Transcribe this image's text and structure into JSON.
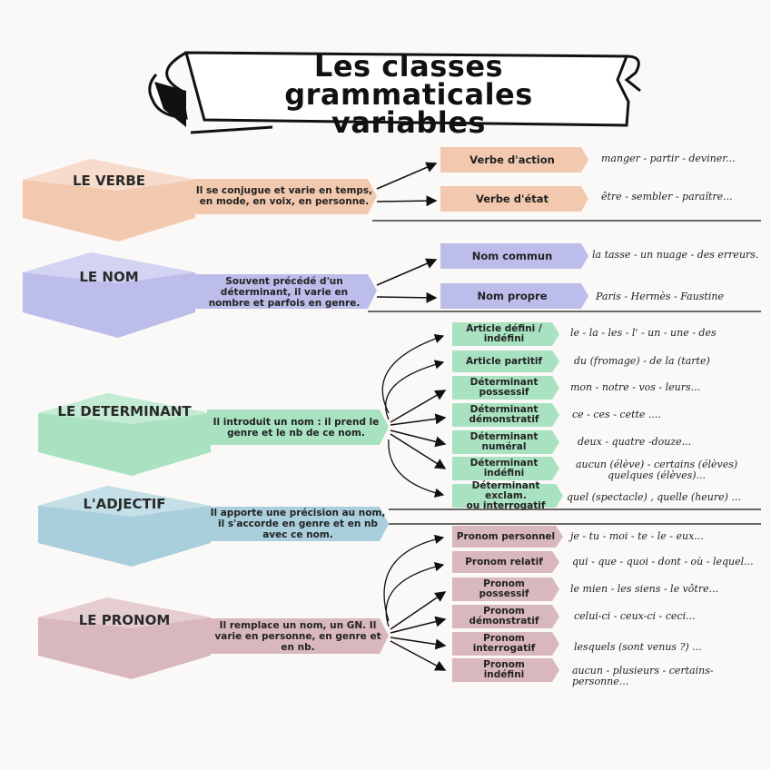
{
  "title": {
    "line1": "Les classes grammaticales",
    "line2": "variables"
  },
  "colors": {
    "verbe": "#f2c9ae",
    "nom": "#bdbdeb",
    "determinant": "#a9e2c0",
    "adjectif": "#a9cfdc",
    "pronom": "#d9b8bd"
  },
  "classes": {
    "verbe": {
      "label": "LE VERBE",
      "description": "Il se conjugue et varie en temps,\nen mode, en voix, en personne.",
      "items": [
        {
          "label": "Verbe d'action",
          "example": "manger - partir - deviner..."
        },
        {
          "label": "Verbe d'état",
          "example": "être - sembler - paraître..."
        }
      ]
    },
    "nom": {
      "label": "LE NOM",
      "description": "Souvent précédé d'un\ndéterminant, il varie en\nnombre et parfois en genre.",
      "items": [
        {
          "label": "Nom commun",
          "example": "la tasse - un nuage - des erreurs."
        },
        {
          "label": "Nom propre",
          "example": "Paris - Hermès - Faustine"
        }
      ]
    },
    "determinant": {
      "label": "LE DETERMINANT",
      "description": "Il introduit un nom : il prend le\ngenre et le nb de ce nom.",
      "items": [
        {
          "label": "Article défini /\nindéfini",
          "example": "le - la - les - l' - un - une - des"
        },
        {
          "label": "Article partitif",
          "example": "du (fromage) - de la (tarte)"
        },
        {
          "label": "Déterminant\npossessif",
          "example": "mon - notre - vos - leurs..."
        },
        {
          "label": "Déterminant\ndémonstratif",
          "example": "ce - ces - cette ...."
        },
        {
          "label": "Déterminant\nnuméral",
          "example": "deux - quatre -douze..."
        },
        {
          "label": "Déterminant\nindéfini",
          "example": "aucun (élève) - certains (élèves)\nquelques (élèves)..."
        },
        {
          "label": "Déterminant exclam.\nou interrogatif",
          "example": "quel (spectacle) , quelle (heure) ..."
        }
      ]
    },
    "adjectif": {
      "label": "L'ADJECTIF",
      "description": "Il apporte une précision au nom,\nil s'accorde en genre et en nb\navec ce nom."
    },
    "pronom": {
      "label": "LE PRONOM",
      "description": "Il remplace un nom, un GN. Il\nvarie en personne, en genre et\nen nb.",
      "items": [
        {
          "label": "Pronom personnel",
          "example": "je - tu - moi - te - le - eux..."
        },
        {
          "label": "Pronom relatif",
          "example": "qui - que - quoi - dont - où - lequel..."
        },
        {
          "label": "Pronom\npossessif",
          "example": "le mien - les siens - le vôtre..."
        },
        {
          "label": "Pronom\ndémonstratif",
          "example": "celui-ci - ceux-ci - ceci..."
        },
        {
          "label": "Pronom\ninterrogatif",
          "example": "lesquels (sont venus ?) ..."
        },
        {
          "label": "Pronom\nindéfini",
          "example": "aucun - plusieurs - certains- personne..."
        }
      ]
    }
  }
}
